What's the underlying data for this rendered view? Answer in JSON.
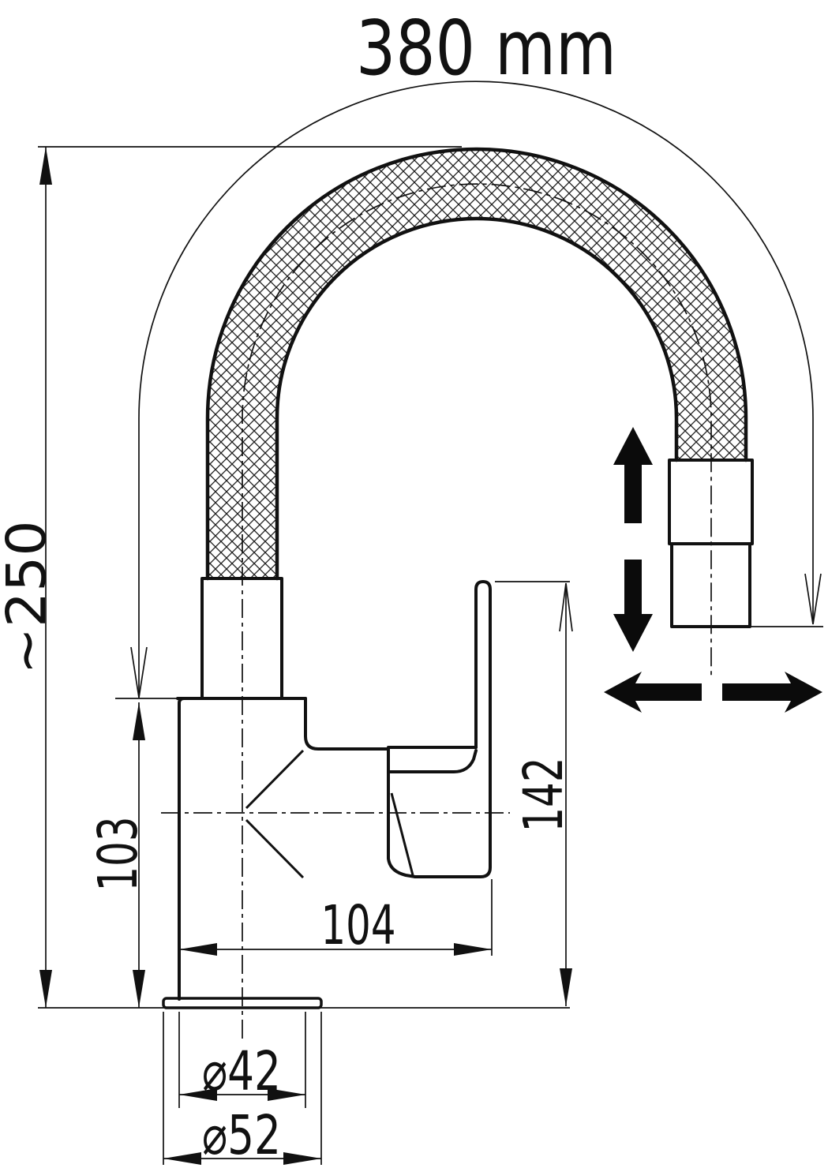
{
  "drawing": {
    "colors": {
      "line": "#111111",
      "background": "#ffffff"
    },
    "labels": {
      "hose_length": "380 mm",
      "overall_height": "~250",
      "body_height": "103",
      "spout_reach": "104",
      "handle_height": "142",
      "body_diameter": "⌀42",
      "base_diameter": "⌀52"
    }
  }
}
